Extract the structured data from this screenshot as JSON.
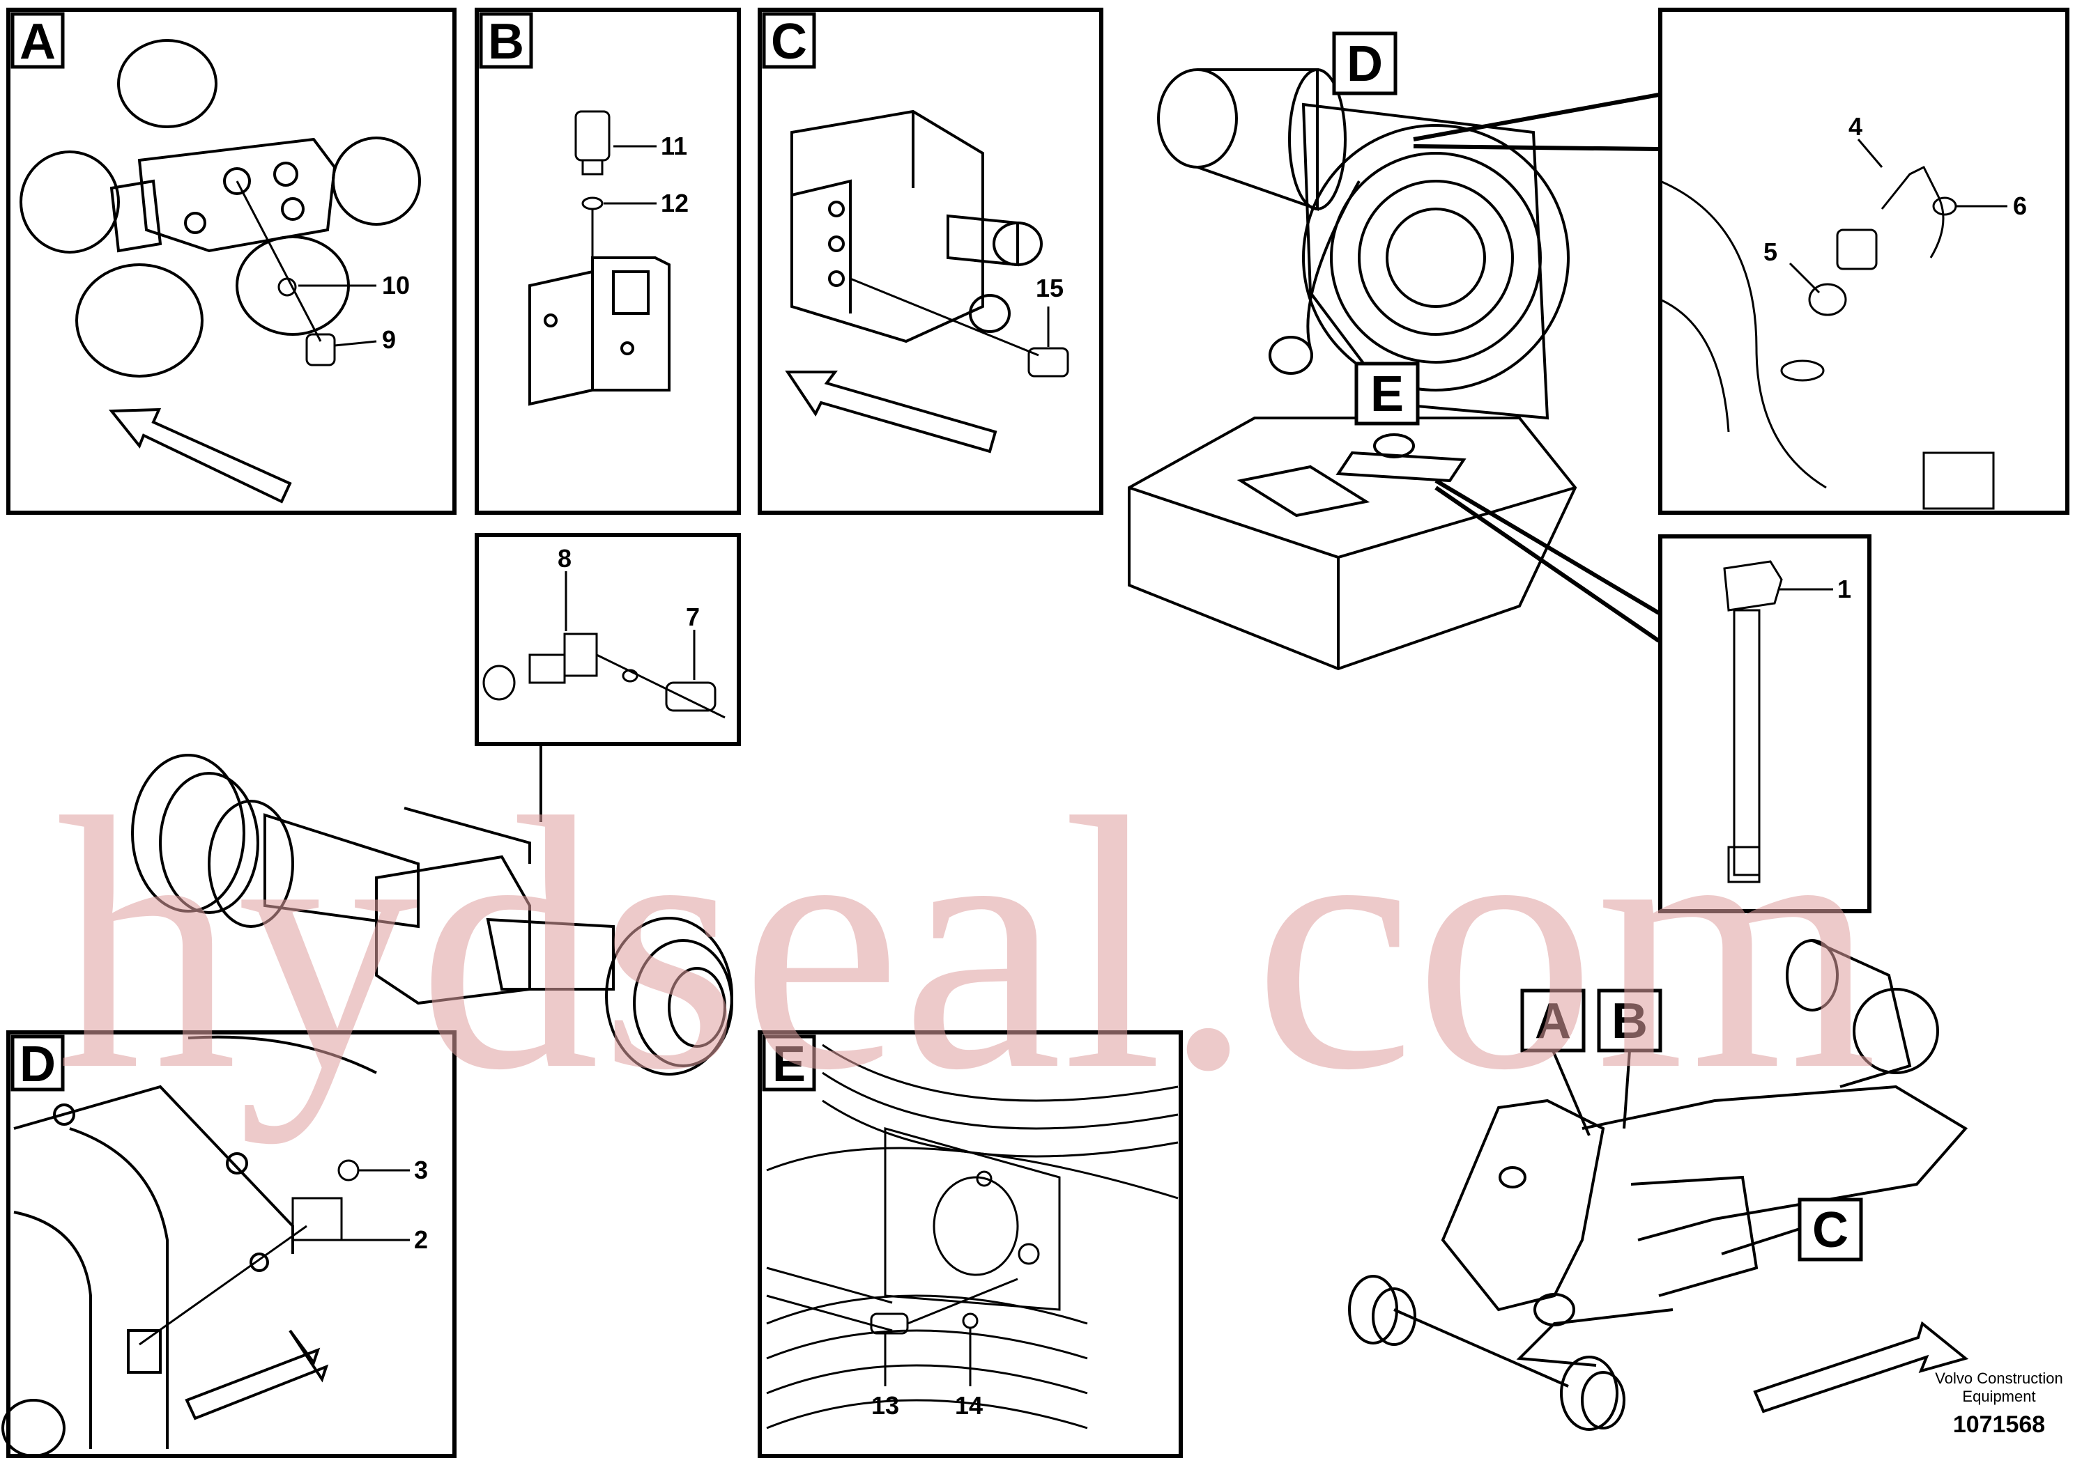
{
  "panels": {
    "a": {
      "tag": "A",
      "callouts": [
        "10",
        "9"
      ]
    },
    "b": {
      "tag": "B",
      "callouts": [
        "11",
        "12"
      ]
    },
    "c": {
      "tag": "C",
      "callouts": [
        "15"
      ]
    },
    "detail_78": {
      "callouts": [
        "8",
        "7"
      ]
    },
    "d": {
      "tag": "D",
      "callouts": [
        "3",
        "2"
      ]
    },
    "e": {
      "tag": "E",
      "callouts": [
        "13",
        "14"
      ]
    },
    "detail_456": {
      "callouts": [
        "4",
        "6",
        "5"
      ]
    },
    "detail_1": {
      "callouts": [
        "1"
      ]
    }
  },
  "overview_tags": {
    "d": "D",
    "e": "E",
    "a": "A",
    "b": "B",
    "c": "C"
  },
  "watermark": "hydseal.com",
  "footer": {
    "line1": "Volvo Construction",
    "line2": "Equipment",
    "code": "1071568"
  },
  "colors": {
    "ink": "#000000",
    "paper": "#ffffff",
    "watermark": "#e0a0a0"
  }
}
